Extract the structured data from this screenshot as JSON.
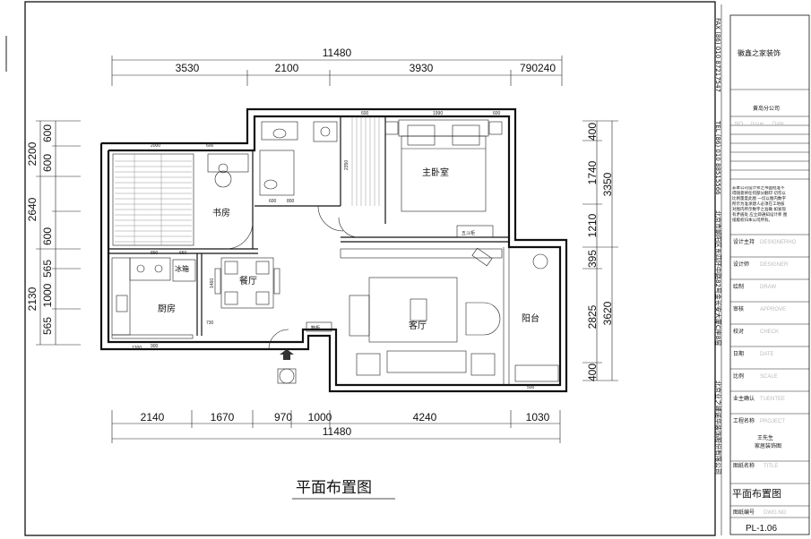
{
  "drawing": {
    "title": "平面布置图",
    "dimensions_top": {
      "total": "11480",
      "segments": [
        "3530",
        "2100",
        "3930",
        "790240"
      ]
    },
    "dimensions_bottom": {
      "total": "11480",
      "segments": [
        "2140",
        "1670",
        "970",
        "1000",
        "4240",
        "1030"
      ]
    },
    "dimensions_left": {
      "outer": [
        "2200",
        "2640",
        "2130"
      ],
      "inner": [
        "600",
        "600",
        "600",
        "565",
        "1000",
        "565"
      ]
    },
    "dimensions_right": {
      "outer": [
        "3350",
        "3620"
      ],
      "inner": [
        "400",
        "1740",
        "1210",
        "395",
        "2825",
        "400"
      ]
    },
    "rooms": {
      "master_bedroom": "主卧室",
      "study": "书房",
      "dining": "餐厅",
      "kitchen": "厨房",
      "living": "客厅",
      "balcony": "阳台",
      "fridge": "冰箱",
      "chest": "五斗柜",
      "shoe_cabinet": "鞋柜"
    },
    "small_dims": [
      "600",
      "1990",
      "600",
      "2000",
      "600",
      "500",
      "300",
      "2350",
      "600",
      "800",
      "890",
      "650",
      "1460",
      "300",
      "900",
      "1200",
      "730",
      "400",
      "400",
      "500"
    ]
  },
  "title_block": {
    "company": "徽鑫之家装饰",
    "branch": "黄岛分公司",
    "fax": "FAX (86) 010 87217547",
    "tel": "TEL (86) 010 88515566",
    "address": "北京市朝阳区东四环中路82号金长安大厦C座8层",
    "company_full": "北京业之峰诺华装饰股份有限公司",
    "rev_header": [
      "NO.",
      "Issue",
      "Date"
    ],
    "notice": "非本公司设计师之书面批准不得随意将任何部分翻印 切勿以比例量度此图 一切以图内数字所示为准承建人必须在工地核对图内所示数字之准确 如发现有矛盾处 应立即通知设计师 图纸版权归本公司所有。",
    "fields": [
      {
        "cn": "设计主持",
        "en": "DESIGNERHO"
      },
      {
        "cn": "设计师",
        "en": "DESIGNER"
      },
      {
        "cn": "绘制",
        "en": "DRAW"
      },
      {
        "cn": "审核",
        "en": "APPROVE"
      },
      {
        "cn": "校对",
        "en": "CHECK"
      },
      {
        "cn": "日期",
        "en": "DATE"
      },
      {
        "cn": "比例",
        "en": "SCALE"
      },
      {
        "cn": "业主确认",
        "en": "TUENTEE"
      },
      {
        "cn": "工程名称",
        "en": "PROJECT"
      }
    ],
    "project_name": [
      "王先生",
      "家居装饰图"
    ],
    "drawing_name_label": {
      "cn": "图纸名称",
      "en": "TITLE"
    },
    "drawing_name": "平面布置图",
    "drawing_number_label": {
      "cn": "图纸编号",
      "en": "DWG.NO"
    },
    "drawing_number": "PL-1.06"
  }
}
